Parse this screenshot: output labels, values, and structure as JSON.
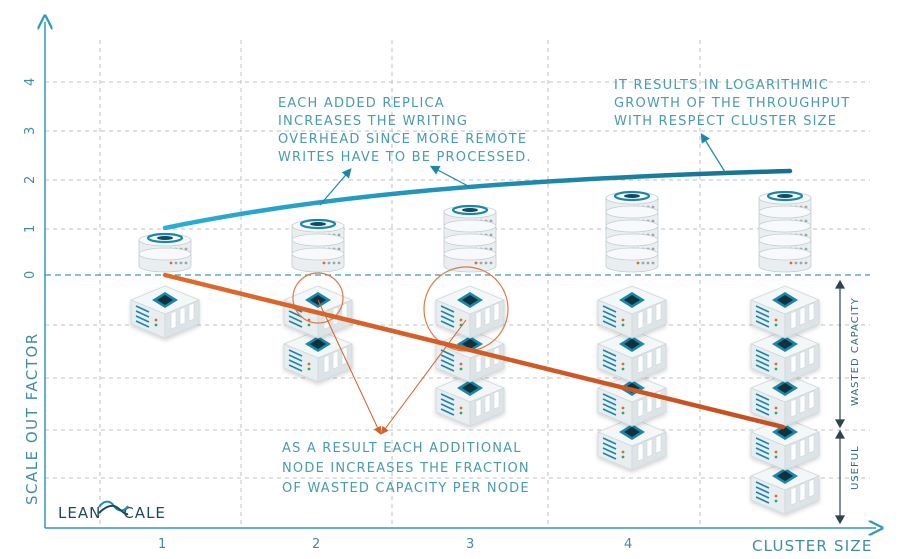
{
  "axes": {
    "y_label": "SCALE OUT FACTOR",
    "x_label": "CLUSTER SIZE",
    "y_ticks": [
      "4",
      "3",
      "2",
      "1",
      "0"
    ],
    "x_ticks": [
      "1",
      "2",
      "3",
      "4"
    ]
  },
  "annotations": {
    "replica": [
      "EACH ADDED REPLICA",
      "INCREASES THE WRITING",
      "OVERHEAD SINCE MORE REMOTE",
      "WRITES HAVE TO BE PROCESSED."
    ],
    "logarithmic": [
      "IT RESULTS IN LOGARITHMIC",
      "GROWTH OF THE THROUGHPUT",
      "WITH RESPECT CLUSTER SIZE"
    ],
    "wasted": [
      "AS A RESULT EACH ADDITIONAL",
      "NODE INCREASES THE FRACTION",
      "OF WASTED CAPACITY PER NODE"
    ]
  },
  "side_labels": {
    "wasted_capacity": "WASTED CAPACITY",
    "useful": "USEFUL"
  },
  "logo": "LEANXCALE",
  "colors": {
    "axis": "#2e9ab8",
    "blue_curve": "#1b87a8",
    "orange_line": "#d45f27",
    "grid": "#b9c2c6"
  },
  "clusters": [
    {
      "db_stack": 2,
      "node_stack": 1
    },
    {
      "db_stack": 3,
      "node_stack": 2
    },
    {
      "db_stack": 4,
      "node_stack": 3
    },
    {
      "db_stack": 5,
      "node_stack": 4
    },
    {
      "db_stack": 5,
      "node_stack": 5
    }
  ]
}
